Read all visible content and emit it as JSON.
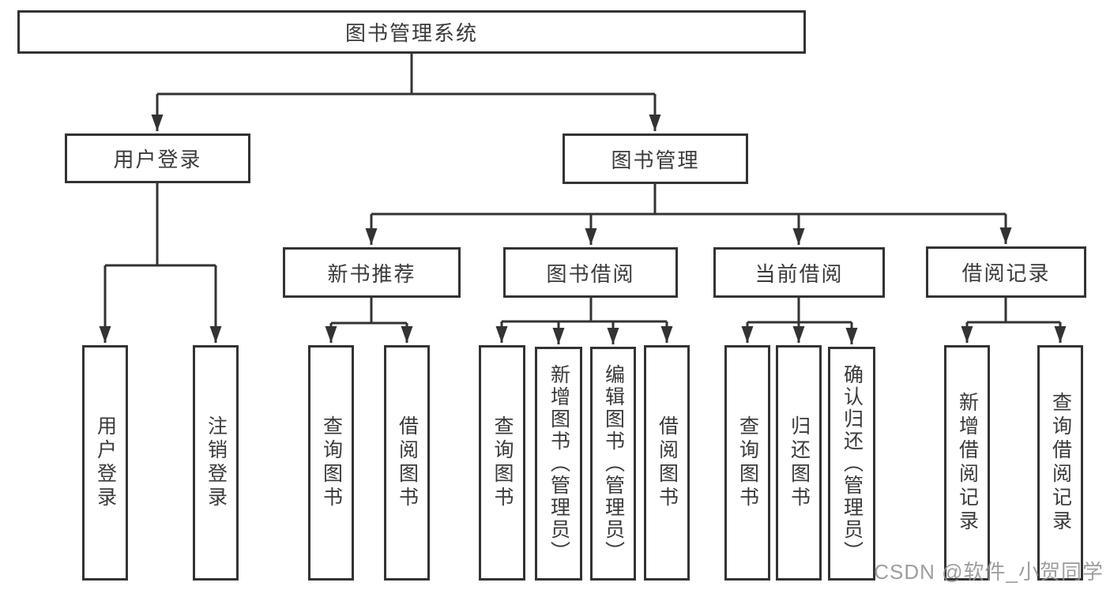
{
  "tree": {
    "root": {
      "label": "图书管理系统"
    },
    "branches": [
      {
        "label": "用户登录",
        "children": [
          {
            "label": "用户登录"
          },
          {
            "label": "注销登录"
          }
        ]
      },
      {
        "label": "图书管理",
        "children": [
          {
            "label": "新书推荐",
            "children": [
              {
                "label": "查询图书"
              },
              {
                "label": "借阅图书"
              }
            ]
          },
          {
            "label": "图书借阅",
            "children": [
              {
                "label": "查询图书"
              },
              {
                "label": "新增图书（管理员）"
              },
              {
                "label": "编辑图书（管理员）"
              },
              {
                "label": "借阅图书"
              }
            ]
          },
          {
            "label": "当前借阅",
            "children": [
              {
                "label": "查询图书"
              },
              {
                "label": "归还图书"
              },
              {
                "label": "确认归还（管理员）"
              }
            ]
          },
          {
            "label": "借阅记录",
            "children": [
              {
                "label": "新增借阅记录"
              },
              {
                "label": "查询借阅记录"
              }
            ]
          }
        ]
      }
    ]
  },
  "watermark": {
    "text": "CSDN @软件_小贺同学"
  },
  "colors": {
    "line": "#333333",
    "box_border": "#333333",
    "text": "#3a3a3a",
    "watermark": "#949494",
    "background": "#ffffff"
  }
}
